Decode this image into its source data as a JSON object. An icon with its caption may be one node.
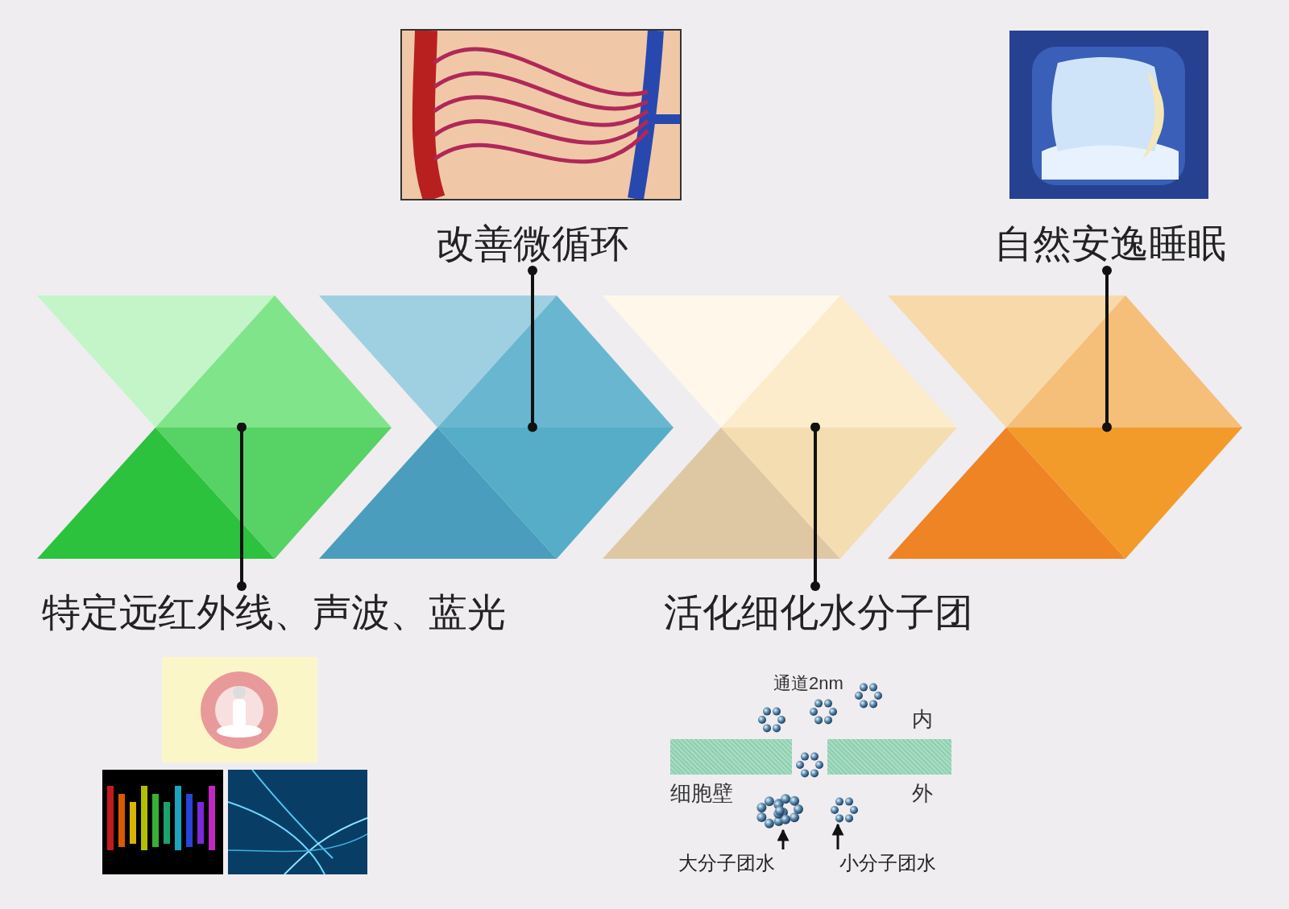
{
  "diagram": {
    "nodes": [
      {
        "text": [
          "改善微循环"
        ]
      },
      {
        "text": [
          "自然安逸睡眠"
        ]
      },
      {
        "text": [],
        "shape": "chevron"
      },
      {
        "text": [],
        "shape": "chevron"
      },
      {
        "text": [],
        "shape": "chevron"
      },
      {
        "text": [],
        "shape": "chevron"
      },
      {
        "text": [
          "特定远红外线、声波、蓝光"
        ]
      },
      {
        "text": [
          "活化细化水分子团"
        ]
      },
      {
        "text": [],
        "shape": "picture"
      },
      {
        "text": [],
        "shape": "picture"
      },
      {
        "text": [
          "大分子团水"
        ]
      },
      {
        "text": [
          "小分子团水"
        ]
      }
    ],
    "edges": [
      {
        "from": 0,
        "to": 3,
        "arrow": "other"
      },
      {
        "from": 1,
        "to": 5,
        "arrow": "other"
      },
      {
        "from": 6,
        "to": 2,
        "arrow": "other"
      },
      {
        "from": 7,
        "to": 4,
        "arrow": "other"
      },
      {
        "from": 10,
        "to": 8,
        "arrow": "to"
      },
      {
        "from": 11,
        "to": 9,
        "arrow": "to"
      }
    ],
    "labels": [
      "通道2nm",
      "内",
      "细胞壁",
      "外"
    ]
  }
}
